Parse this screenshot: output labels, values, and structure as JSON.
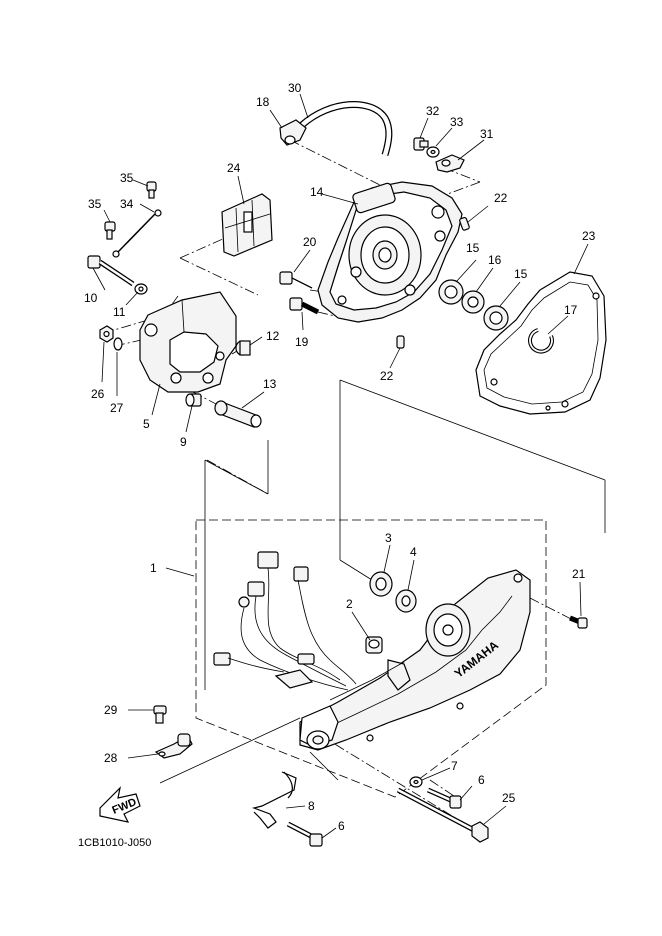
{
  "diagram": {
    "drawing_code": "1CB1010-J050",
    "brand_text": "YAMAHA",
    "fwd_text": "FWD",
    "callouts": [
      {
        "id": "c1",
        "text": "1"
      },
      {
        "id": "c2",
        "text": "2"
      },
      {
        "id": "c3",
        "text": "3"
      },
      {
        "id": "c4",
        "text": "4"
      },
      {
        "id": "c5",
        "text": "5"
      },
      {
        "id": "c6a",
        "text": "6"
      },
      {
        "id": "c6b",
        "text": "6"
      },
      {
        "id": "c7",
        "text": "7"
      },
      {
        "id": "c8",
        "text": "8"
      },
      {
        "id": "c9",
        "text": "9"
      },
      {
        "id": "c10",
        "text": "10"
      },
      {
        "id": "c11",
        "text": "11"
      },
      {
        "id": "c12",
        "text": "12"
      },
      {
        "id": "c13",
        "text": "13"
      },
      {
        "id": "c14",
        "text": "14"
      },
      {
        "id": "c15a",
        "text": "15"
      },
      {
        "id": "c15b",
        "text": "15"
      },
      {
        "id": "c16",
        "text": "16"
      },
      {
        "id": "c17",
        "text": "17"
      },
      {
        "id": "c18",
        "text": "18"
      },
      {
        "id": "c19",
        "text": "19"
      },
      {
        "id": "c20",
        "text": "20"
      },
      {
        "id": "c21",
        "text": "21"
      },
      {
        "id": "c22a",
        "text": "22"
      },
      {
        "id": "c22b",
        "text": "22"
      },
      {
        "id": "c23",
        "text": "23"
      },
      {
        "id": "c24",
        "text": "24"
      },
      {
        "id": "c25",
        "text": "25"
      },
      {
        "id": "c26",
        "text": "26"
      },
      {
        "id": "c27",
        "text": "27"
      },
      {
        "id": "c28",
        "text": "28"
      },
      {
        "id": "c29",
        "text": "29"
      },
      {
        "id": "c30",
        "text": "30"
      },
      {
        "id": "c31",
        "text": "31"
      },
      {
        "id": "c32",
        "text": "32"
      },
      {
        "id": "c33",
        "text": "33"
      },
      {
        "id": "c34",
        "text": "34"
      },
      {
        "id": "c35a",
        "text": "35"
      },
      {
        "id": "c35b",
        "text": "35"
      }
    ]
  }
}
